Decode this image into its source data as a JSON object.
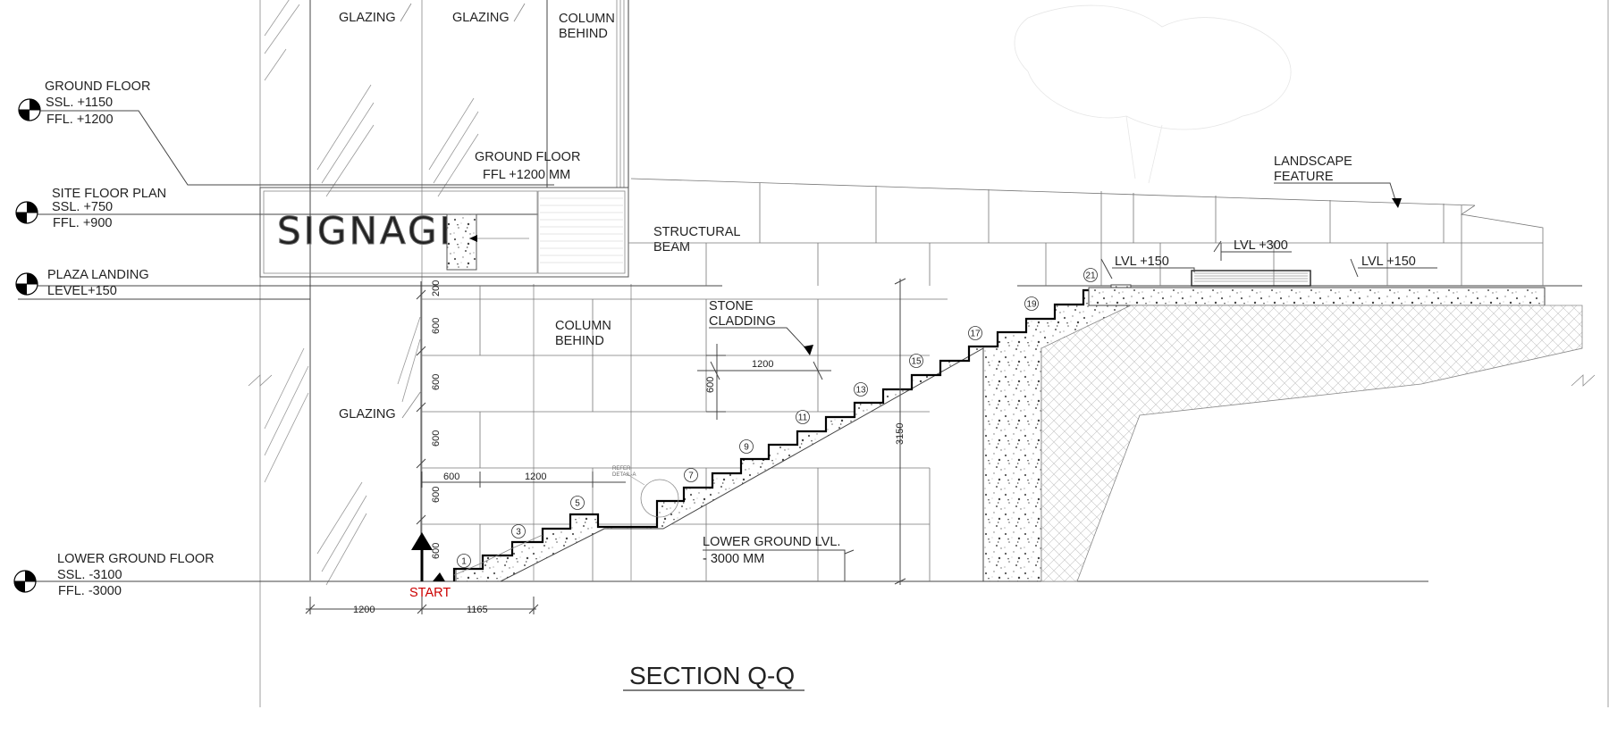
{
  "drawing": {
    "title": "SECTION Q-Q",
    "levels": [
      {
        "id": "ground",
        "name": "GROUND FLOOR",
        "ssl": "SSL. +1150",
        "ffl": "FFL. +1200"
      },
      {
        "id": "site",
        "name": "SITE FLOOR PLAN",
        "ssl": "SSL.   +750",
        "ffl": "FFL.   +900"
      },
      {
        "id": "plaza",
        "name": "PLAZA LANDING",
        "line2": "LEVEL+150"
      },
      {
        "id": "lower",
        "name": "LOWER GROUND FLOOR",
        "ssl": "SSL. -3100",
        "ffl": "FFL. -3000"
      }
    ],
    "labels": {
      "glazing": "GLAZING",
      "column_behind_1": "COLUMN",
      "column_behind_2": "BEHIND",
      "ground_floor_1": "GROUND FLOOR",
      "ground_floor_2": "FFL +1200 MM",
      "structural_1": "STRUCTURAL",
      "structural_2": "BEAM",
      "stone_1": "STONE",
      "stone_2": "CLADDING",
      "landscape_1": "LANDSCAPE",
      "landscape_2": "FEATURE",
      "lvl_150": "LVL +150",
      "lvl_300": "LVL +300",
      "lower_lvl_1": "LOWER GROUND LVL.",
      "lower_lvl_2": "- 3000 MM",
      "signage": "SIGNAGE",
      "start": "START",
      "refer_1": "REFER",
      "refer_2": "DETAIL-A"
    },
    "dimensions": {
      "d1200a": "1200",
      "d600a": "600",
      "d1200b": "1200",
      "d1200c": "1200",
      "d1165": "1165",
      "d3150": "3150",
      "d200": "200",
      "d600": "600"
    },
    "step_numbers": [
      "1",
      "3",
      "5",
      "7",
      "9",
      "11",
      "13",
      "15",
      "17",
      "19",
      "21"
    ],
    "colors": {
      "start_arrow_label": "#cc0000"
    }
  }
}
